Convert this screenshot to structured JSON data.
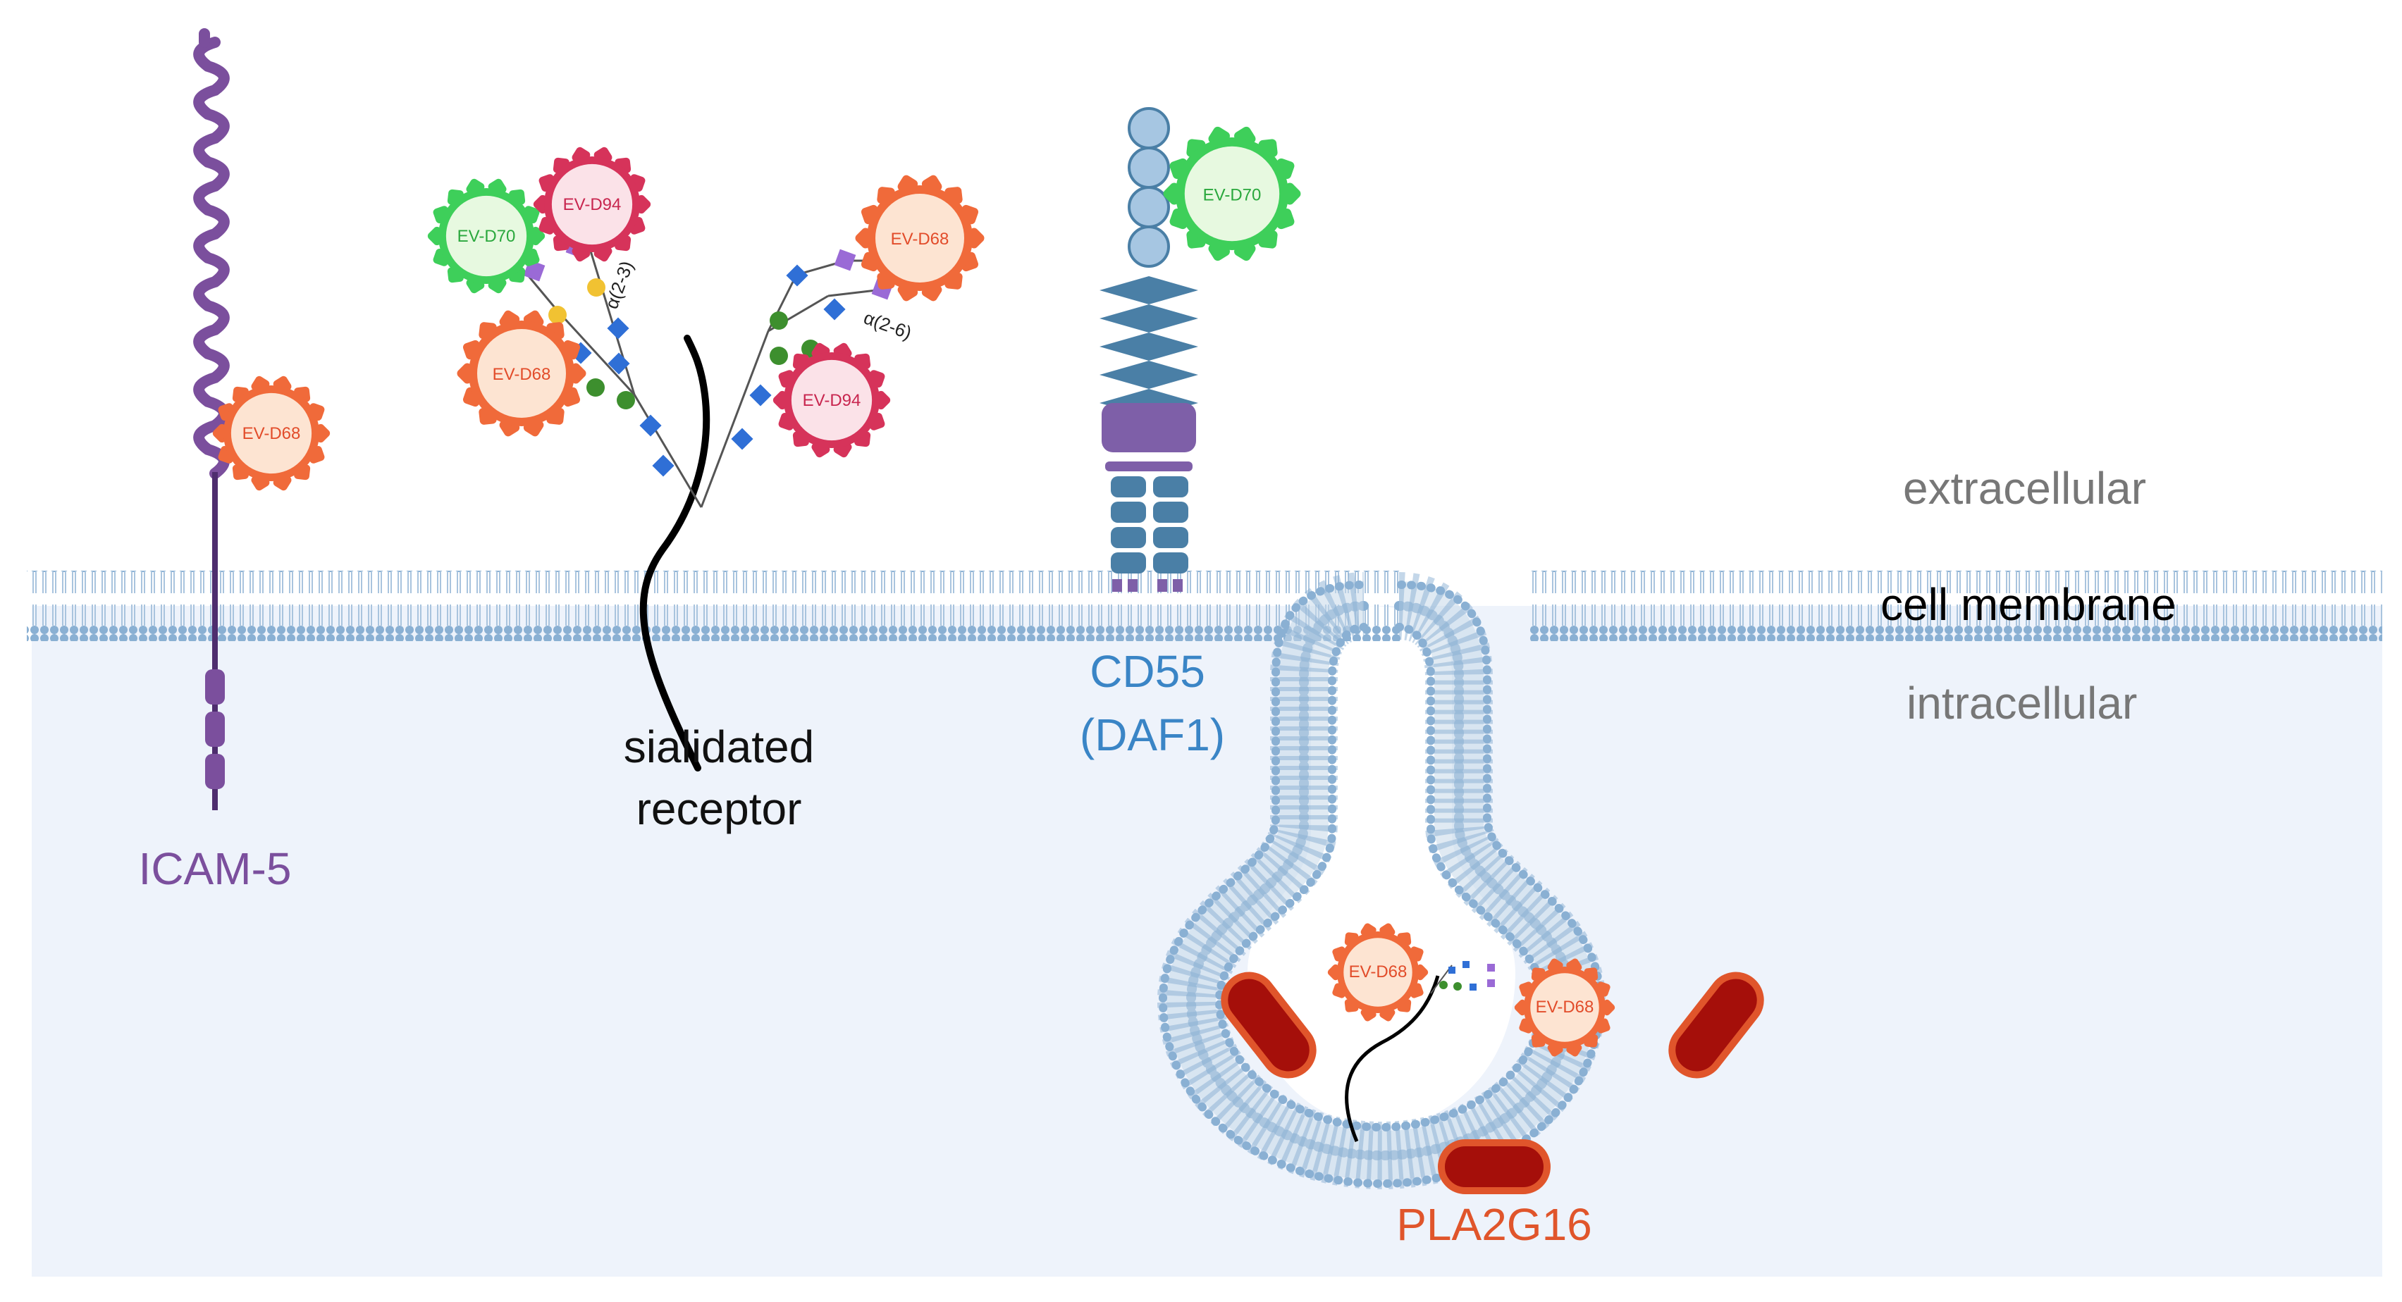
{
  "labels": {
    "extracellular": "extracellular",
    "cell_membrane": "cell membrane",
    "intracellular": "intracellular",
    "icam5": "ICAM-5",
    "sialidated_line1": "sialidated",
    "sialidated_line2": "receptor",
    "cd55_line1": "CD55",
    "cd55_line2": "(DAF1)",
    "pla2g16": "PLA2G16",
    "linkage_23": "α(2-3)",
    "linkage_26": "α(2-6)"
  },
  "viruses": {
    "icam_d68": "EV-D68",
    "sia_d70": "EV-D70",
    "sia_d94_top": "EV-D94",
    "sia_d68_left": "EV-D68",
    "sia_d68_right": "EV-D68",
    "sia_d94_right": "EV-D94",
    "cd55_d70": "EV-D70",
    "endo_d68_left": "EV-D68",
    "endo_d68_right": "EV-D68"
  },
  "colors": {
    "icam": "#7b4f9d",
    "cd55_text": "#3a85c6",
    "cd55_body": "#4a7fa6",
    "pla2g16_text": "#e0552b",
    "pla2g16_body": "#a50f0a",
    "membrane": "#8ab0d3",
    "cytoplasm": "#eef3fb",
    "d68_fill": "#fde4d2",
    "d68_spikes": "#f06a3a",
    "d70_fill": "#e7f9e0",
    "d70_spikes": "#3ecf5a",
    "d94_fill": "#fbe2e8",
    "d94_spikes": "#d6335a",
    "glycan_square": "#2f6fd6",
    "glycan_circle": "#3d8f2e",
    "glycan_gal": "#f1c232",
    "sialic_acid": "#9a6ad6"
  }
}
